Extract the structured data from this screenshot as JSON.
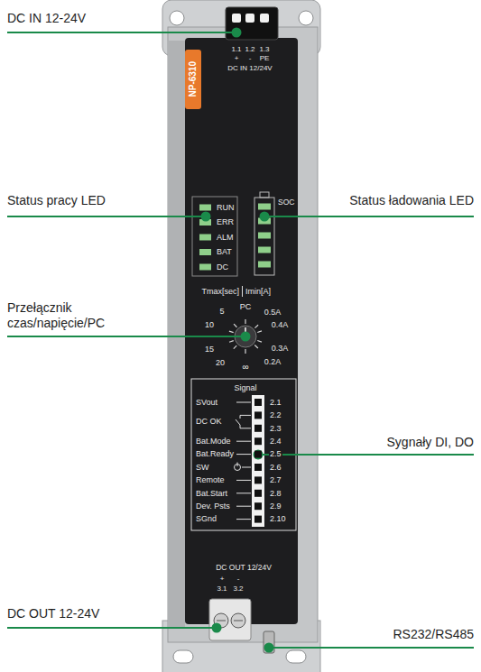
{
  "diagram": {
    "labels": [
      "DC IN 12-24V",
      "1.1",
      "1.2",
      "1.3",
      "+",
      "-",
      "PE",
      "DC IN 12/24V",
      "NP-6310",
      "Status pracy LED",
      "RUN",
      "ERR",
      "ALM",
      "BAT",
      "DC",
      "SOC",
      "Status ładowania LED",
      "Tmax[sec]",
      "Imin[A]",
      "Przełącznik czas/napięcie/PC",
      "5",
      "PC",
      "0.5A",
      "10",
      "0.4A",
      "15",
      "0.3A",
      "20",
      "∞",
      "0.2A",
      "Signal",
      "SVout",
      "2.1",
      "DC OK",
      "2.2",
      "2.3",
      "Bat.Mode",
      "2.4",
      "Bat.Ready",
      "2.5",
      "SW",
      "2.6",
      "Remote",
      "2.7",
      "Bat.Start",
      "2.8",
      "Dev. Psts",
      "2.9",
      "SGnd",
      "2.10",
      "Sygnały DI, DO",
      "DC OUT 12/24V",
      "+",
      "-",
      "3.1",
      "3.2",
      "DC OUT 12-24V",
      "RS232/RS485"
    ]
  }
}
